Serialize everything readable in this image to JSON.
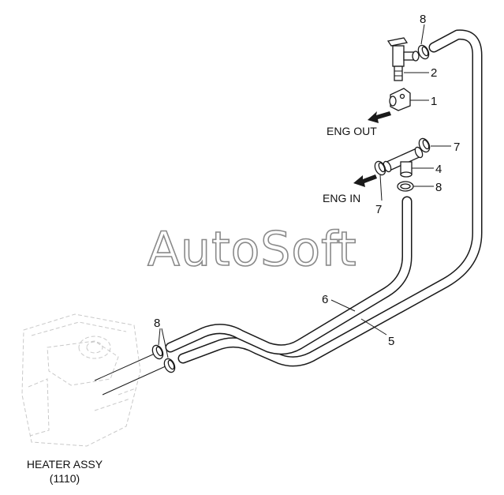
{
  "watermark": "AutoSoft",
  "flow_labels": {
    "eng_out": "ENG OUT",
    "eng_in": "ENG IN"
  },
  "heater": {
    "name": "HEATER ASSY",
    "code": "(1110)"
  },
  "callouts": {
    "c1": "1",
    "c2": "2",
    "c4": "4",
    "c5": "5",
    "c6": "6",
    "c7a": "7",
    "c7b": "7",
    "c8a": "8",
    "c8b": "8",
    "c8c": "8"
  },
  "colors": {
    "line": "#1a1a1a",
    "ghost": "#c9c9c9",
    "watermark_outline": "#8a8a8a"
  }
}
